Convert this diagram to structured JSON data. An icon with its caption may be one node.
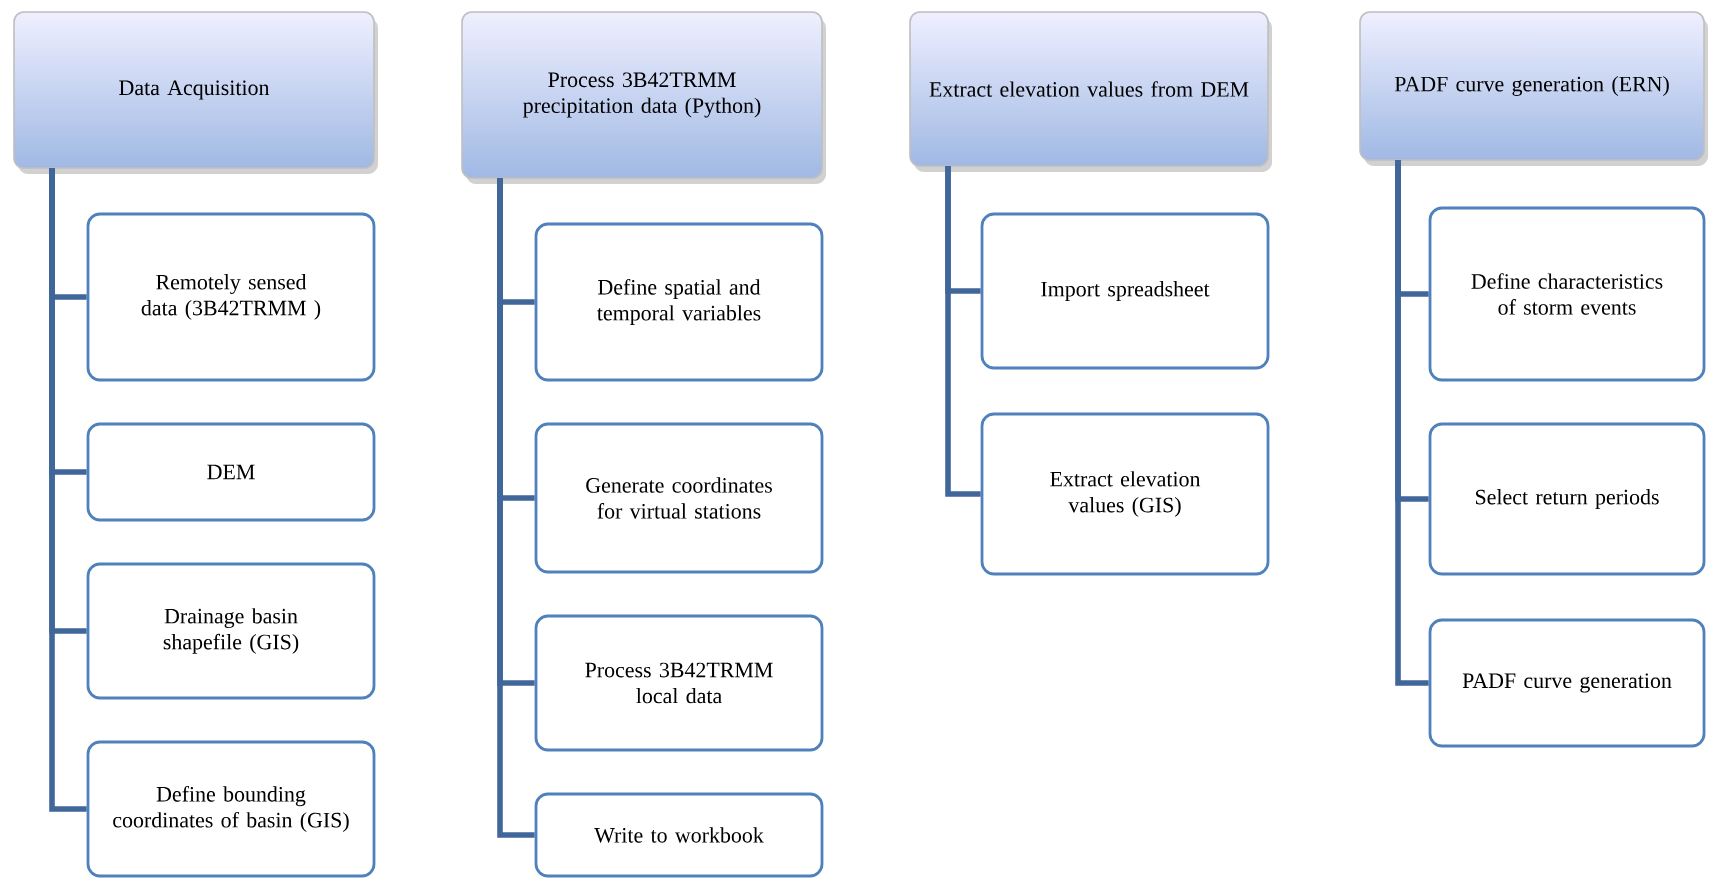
{
  "diagram": {
    "nodes": [
      {
        "text": [
          "Data Acquisition"
        ]
      },
      {
        "text": [
          "Remotely sensed data (3B42TRMM )"
        ]
      },
      {
        "text": [
          "DEM"
        ]
      },
      {
        "text": [
          "Drainage basin shapefile (GIS)"
        ]
      },
      {
        "text": [
          "Define bounding coordinates of basin (GIS)"
        ]
      },
      {
        "text": [
          "Process 3B42TRMM precipitation data (Python)"
        ]
      },
      {
        "text": [
          "Define spatial and temporal variables"
        ]
      },
      {
        "text": [
          "Generate coordinates for virtual stations"
        ]
      },
      {
        "text": [
          "Process 3B42TRMM local data"
        ]
      },
      {
        "text": [
          "Write to workbook"
        ]
      },
      {
        "text": [
          "Extract elevation values from DEM"
        ]
      },
      {
        "text": [
          "Import spreadsheet"
        ]
      },
      {
        "text": [
          "Extract elevation values (GIS)"
        ]
      },
      {
        "text": [
          "PADF curve generation (ERN)"
        ]
      },
      {
        "text": [
          "Define characteristics of storm events"
        ]
      },
      {
        "text": [
          "Select return periods"
        ]
      },
      {
        "text": [
          "PADF curve generation"
        ]
      }
    ],
    "edges": [
      {
        "from": 0,
        "to": 1,
        "arrow": "none"
      },
      {
        "from": 0,
        "to": 2,
        "arrow": "none"
      },
      {
        "from": 0,
        "to": 3,
        "arrow": "none"
      },
      {
        "from": 0,
        "to": 4,
        "arrow": "none"
      },
      {
        "from": 5,
        "to": 6,
        "arrow": "none"
      },
      {
        "from": 5,
        "to": 7,
        "arrow": "none"
      },
      {
        "from": 5,
        "to": 8,
        "arrow": "none"
      },
      {
        "from": 5,
        "to": 9,
        "arrow": "none"
      },
      {
        "from": 10,
        "to": 11,
        "arrow": "none"
      },
      {
        "from": 10,
        "to": 12,
        "arrow": "none"
      },
      {
        "from": 13,
        "to": 14,
        "arrow": "none"
      },
      {
        "from": 13,
        "to": 15,
        "arrow": "none"
      },
      {
        "from": 13,
        "to": 16,
        "arrow": "none"
      }
    ]
  }
}
